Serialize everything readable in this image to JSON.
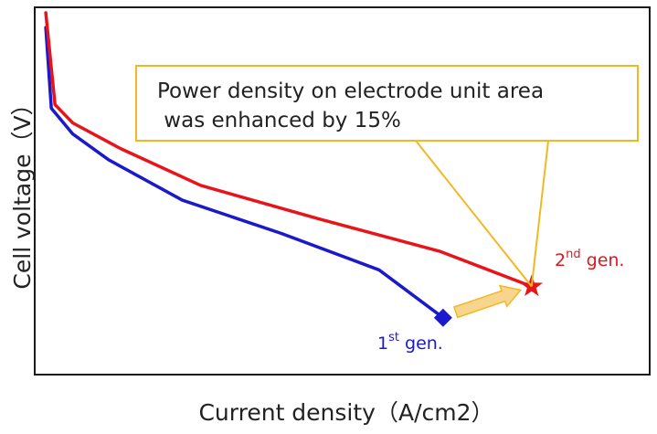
{
  "chart_data": {
    "type": "line",
    "xlabel": "Current density（A/cm2）",
    "ylabel": "Cell voltage（V）",
    "x_range": [
      0,
      1
    ],
    "y_range": [
      0,
      1
    ],
    "grid": false,
    "ticks": false,
    "series": [
      {
        "name": "1st gen.",
        "color": "#1a1acc",
        "end_marker": "diamond",
        "x": [
          0.018,
          0.027,
          0.062,
          0.12,
          0.24,
          0.4,
          0.56,
          0.664
        ],
        "y": [
          0.945,
          0.725,
          0.655,
          0.585,
          0.475,
          0.385,
          0.285,
          0.155
        ]
      },
      {
        "name": "2nd gen.",
        "color": "#e8141c",
        "end_marker": "star",
        "x": [
          0.018,
          0.033,
          0.062,
          0.14,
          0.27,
          0.46,
          0.66,
          0.808
        ],
        "y": [
          0.985,
          0.735,
          0.685,
          0.615,
          0.515,
          0.425,
          0.335,
          0.24
        ]
      }
    ],
    "annotations": {
      "callout_text": [
        "Power density on electrode unit area",
        " was enhanced by 15%"
      ],
      "callout_border_color": "#f2b824",
      "arrow_fill_color": "#f7d58c",
      "arrow_stroke_color": "#f2b824",
      "label_1st": {
        "base": "1",
        "sup": "st",
        "rest": " gen.",
        "color": "#1a1acc"
      },
      "label_2nd": {
        "base": "2",
        "sup": "nd",
        "rest": " gen.",
        "color": "#e8141c"
      }
    }
  }
}
